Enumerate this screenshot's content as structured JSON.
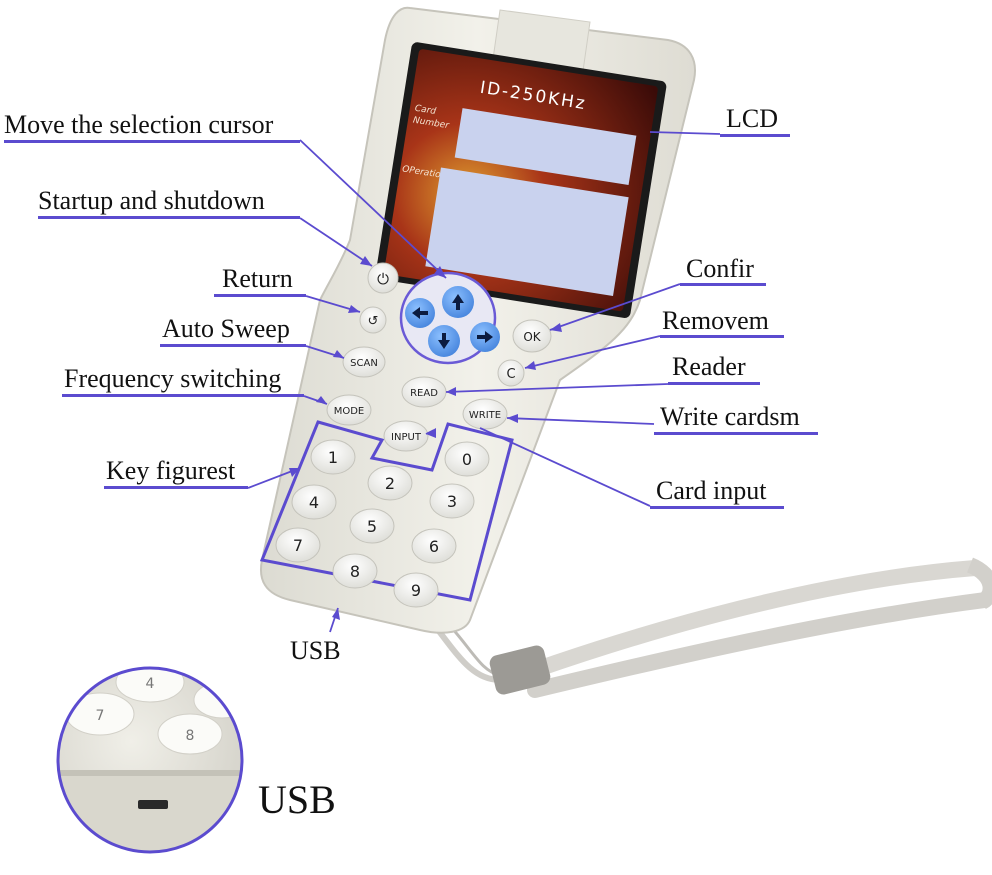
{
  "device": {
    "screen_title": "ID-250KHz",
    "screen_card_label_1": "Card",
    "screen_card_label_2": "Number",
    "screen_op_label": "OPeration",
    "keys": {
      "power": "⏻",
      "return": "↺",
      "ok": "OK",
      "clear": "C",
      "scan": "SCAN",
      "read": "READ",
      "mode": "MODE",
      "write": "WRITE",
      "input": "INPUT",
      "digits": [
        "1",
        "0",
        "4",
        "2",
        "3",
        "5",
        "7",
        "6",
        "8",
        "9"
      ]
    }
  },
  "callouts": {
    "move_cursor": "Move the selection cursor",
    "startup": "Startup and shutdown",
    "return": "Return",
    "auto_sweep": "Auto Sweep",
    "frequency": "Frequency switching",
    "key_figures": "Key figurest",
    "usb": "USB",
    "lcd": "LCD",
    "confirm": "Confir",
    "remove": "Removem",
    "reader": "Reader",
    "write_cards": "Write cardsm",
    "card_input": "Card input"
  },
  "inset": {
    "label": "USB",
    "digits": [
      "4",
      "7",
      "8"
    ]
  },
  "colors": {
    "accent": "#5b4bcf",
    "body": "#ecebe3",
    "screen_bg": "#7a1a12",
    "screen_field": "#c9d2ee",
    "nav_blue": "#4d8ee6",
    "strap": "#d6d4cf"
  }
}
